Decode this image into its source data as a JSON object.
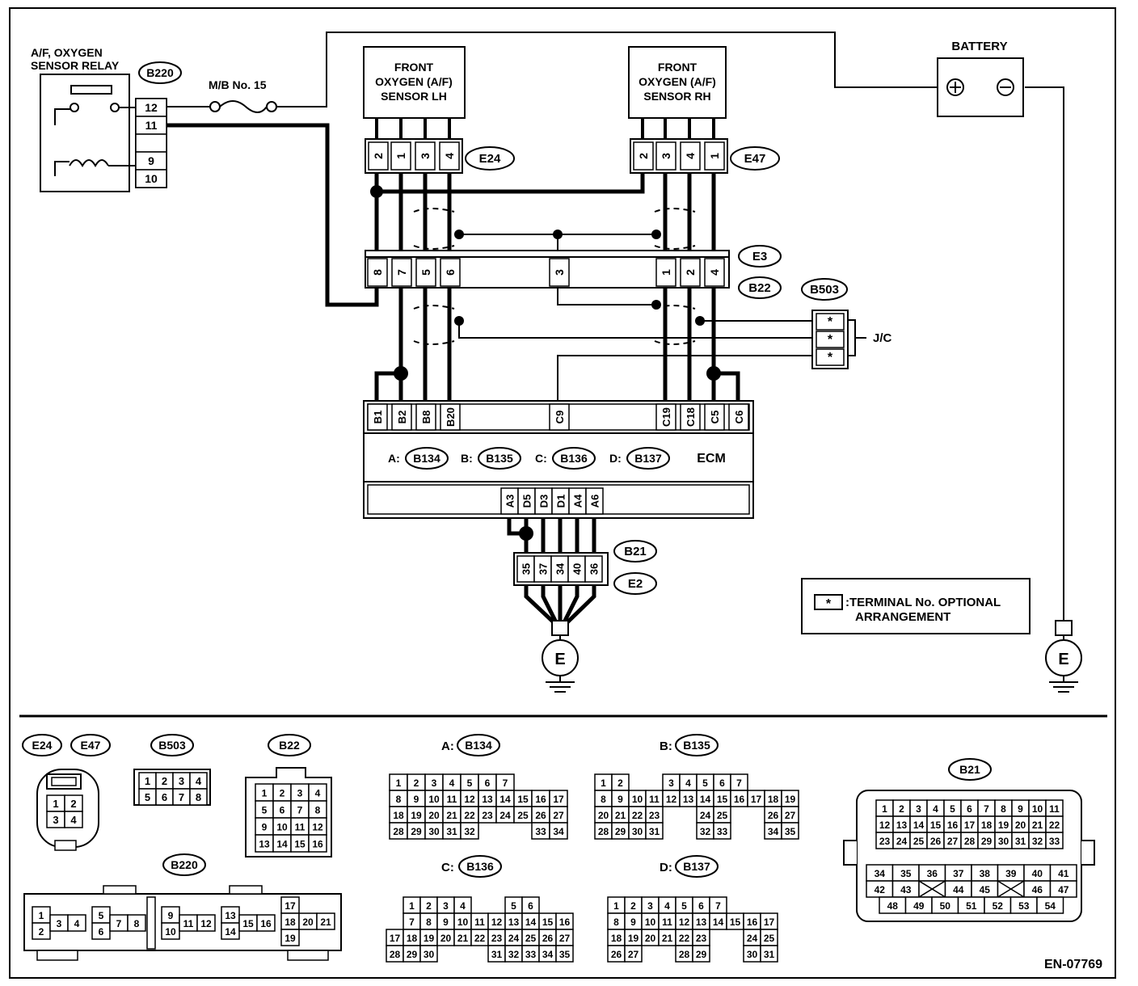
{
  "diagram_id": "EN-07769",
  "legend": {
    "symbol": "*",
    "text_line1": ":TERMINAL No. OPTIONAL",
    "text_line2": "ARRANGEMENT"
  },
  "components": {
    "relay": {
      "title_line1": "A/F, OXYGEN",
      "title_line2": "SENSOR RELAY",
      "connector": "B220",
      "pins": [
        "12",
        "11",
        "",
        "9",
        "10"
      ]
    },
    "fuse": {
      "label": "M/B No. 15"
    },
    "battery": {
      "label": "BATTERY",
      "plus": "+",
      "minus": "−"
    },
    "sensor_lh": {
      "line1": "FRONT",
      "line2": "OXYGEN (A/F)",
      "line3": "SENSOR LH",
      "connector": "E24",
      "pins": [
        "2",
        "1",
        "3",
        "4"
      ]
    },
    "sensor_rh": {
      "line1": "FRONT",
      "line2": "OXYGEN (A/F)",
      "line3": "SENSOR RH",
      "connector": "E47",
      "pins": [
        "2",
        "3",
        "4",
        "1"
      ]
    },
    "e3_b22": {
      "connector_top": "E3",
      "connector_bottom": "B22",
      "pins": [
        "8",
        "7",
        "5",
        "6",
        "3",
        "1",
        "2",
        "4"
      ]
    },
    "jc": {
      "connector": "B503",
      "label": "J/C",
      "pins": [
        "*",
        "*",
        "*"
      ]
    },
    "ecm": {
      "label": "ECM",
      "top_pins": [
        "B1",
        "B2",
        "B8",
        "B20",
        "C9",
        "C19",
        "C18",
        "C5",
        "C6"
      ],
      "bottom_pins": [
        "A3",
        "D5",
        "D3",
        "D1",
        "A4",
        "A6"
      ],
      "connectors": [
        {
          "prefix": "A:",
          "id": "B134"
        },
        {
          "prefix": "B:",
          "id": "B135"
        },
        {
          "prefix": "C:",
          "id": "B136"
        },
        {
          "prefix": "D:",
          "id": "B137"
        }
      ]
    },
    "ground_joint": {
      "connector_top": "B21",
      "connector_bottom": "E2",
      "pins": [
        "35",
        "37",
        "34",
        "40",
        "36"
      ]
    },
    "ground": {
      "label": "E"
    }
  },
  "connector_views": {
    "e24": {
      "id": "E24"
    },
    "e47": {
      "id": "E47"
    },
    "e24_pins": [
      "1",
      "2",
      "3",
      "4"
    ],
    "b503": {
      "id": "B503",
      "pins": [
        "1",
        "2",
        "3",
        "4",
        "5",
        "6",
        "7",
        "8"
      ]
    },
    "b22": {
      "id": "B22",
      "pins": [
        "1",
        "2",
        "3",
        "4",
        "5",
        "6",
        "7",
        "8",
        "9",
        "10",
        "11",
        "12",
        "13",
        "14",
        "15",
        "16"
      ]
    },
    "b220": {
      "id": "B220",
      "pins": [
        "1",
        "2",
        "3",
        "4",
        "5",
        "6",
        "7",
        "8",
        "9",
        "10",
        "11",
        "12",
        "13",
        "14",
        "15",
        "16",
        "17",
        "18",
        "20",
        "21",
        "19"
      ]
    },
    "b134": {
      "prefix": "A:",
      "id": "B134",
      "pins": [
        "1",
        "2",
        "3",
        "4",
        "5",
        "6",
        "7",
        "8",
        "9",
        "10",
        "11",
        "12",
        "13",
        "14",
        "15",
        "16",
        "17",
        "18",
        "19",
        "20",
        "21",
        "22",
        "23",
        "24",
        "25",
        "26",
        "27",
        "28",
        "29",
        "30",
        "31",
        "32",
        "33",
        "34"
      ]
    },
    "b135": {
      "prefix": "B:",
      "id": "B135",
      "pins": [
        "1",
        "2",
        "3",
        "4",
        "5",
        "6",
        "7",
        "8",
        "9",
        "10",
        "11",
        "12",
        "13",
        "14",
        "15",
        "16",
        "17",
        "18",
        "19",
        "20",
        "21",
        "22",
        "23",
        "24",
        "25",
        "26",
        "27",
        "28",
        "29",
        "30",
        "31",
        "32",
        "33",
        "34",
        "35"
      ]
    },
    "b136": {
      "prefix": "C:",
      "id": "B136",
      "pins": [
        "1",
        "2",
        "3",
        "4",
        "5",
        "6",
        "7",
        "8",
        "9",
        "10",
        "11",
        "12",
        "13",
        "14",
        "15",
        "16",
        "17",
        "18",
        "19",
        "20",
        "21",
        "22",
        "23",
        "24",
        "25",
        "26",
        "27",
        "28",
        "29",
        "30",
        "31",
        "32",
        "33",
        "34",
        "35"
      ]
    },
    "b137": {
      "prefix": "D:",
      "id": "B137",
      "pins": [
        "1",
        "2",
        "3",
        "4",
        "5",
        "6",
        "7",
        "8",
        "9",
        "10",
        "11",
        "12",
        "13",
        "14",
        "15",
        "16",
        "17",
        "18",
        "19",
        "20",
        "21",
        "22",
        "23",
        "24",
        "25",
        "26",
        "27",
        "28",
        "29",
        "30",
        "31"
      ]
    },
    "b21": {
      "id": "B21",
      "pins": [
        "1",
        "2",
        "3",
        "4",
        "5",
        "6",
        "7",
        "8",
        "9",
        "10",
        "11",
        "12",
        "13",
        "14",
        "15",
        "16",
        "17",
        "18",
        "19",
        "20",
        "21",
        "22",
        "23",
        "24",
        "25",
        "26",
        "27",
        "28",
        "29",
        "30",
        "31",
        "32",
        "33",
        "34",
        "35",
        "36",
        "37",
        "38",
        "39",
        "40",
        "41",
        "42",
        "43",
        "44",
        "45",
        "46",
        "47",
        "48",
        "49",
        "50",
        "51",
        "52",
        "53",
        "54"
      ]
    }
  }
}
